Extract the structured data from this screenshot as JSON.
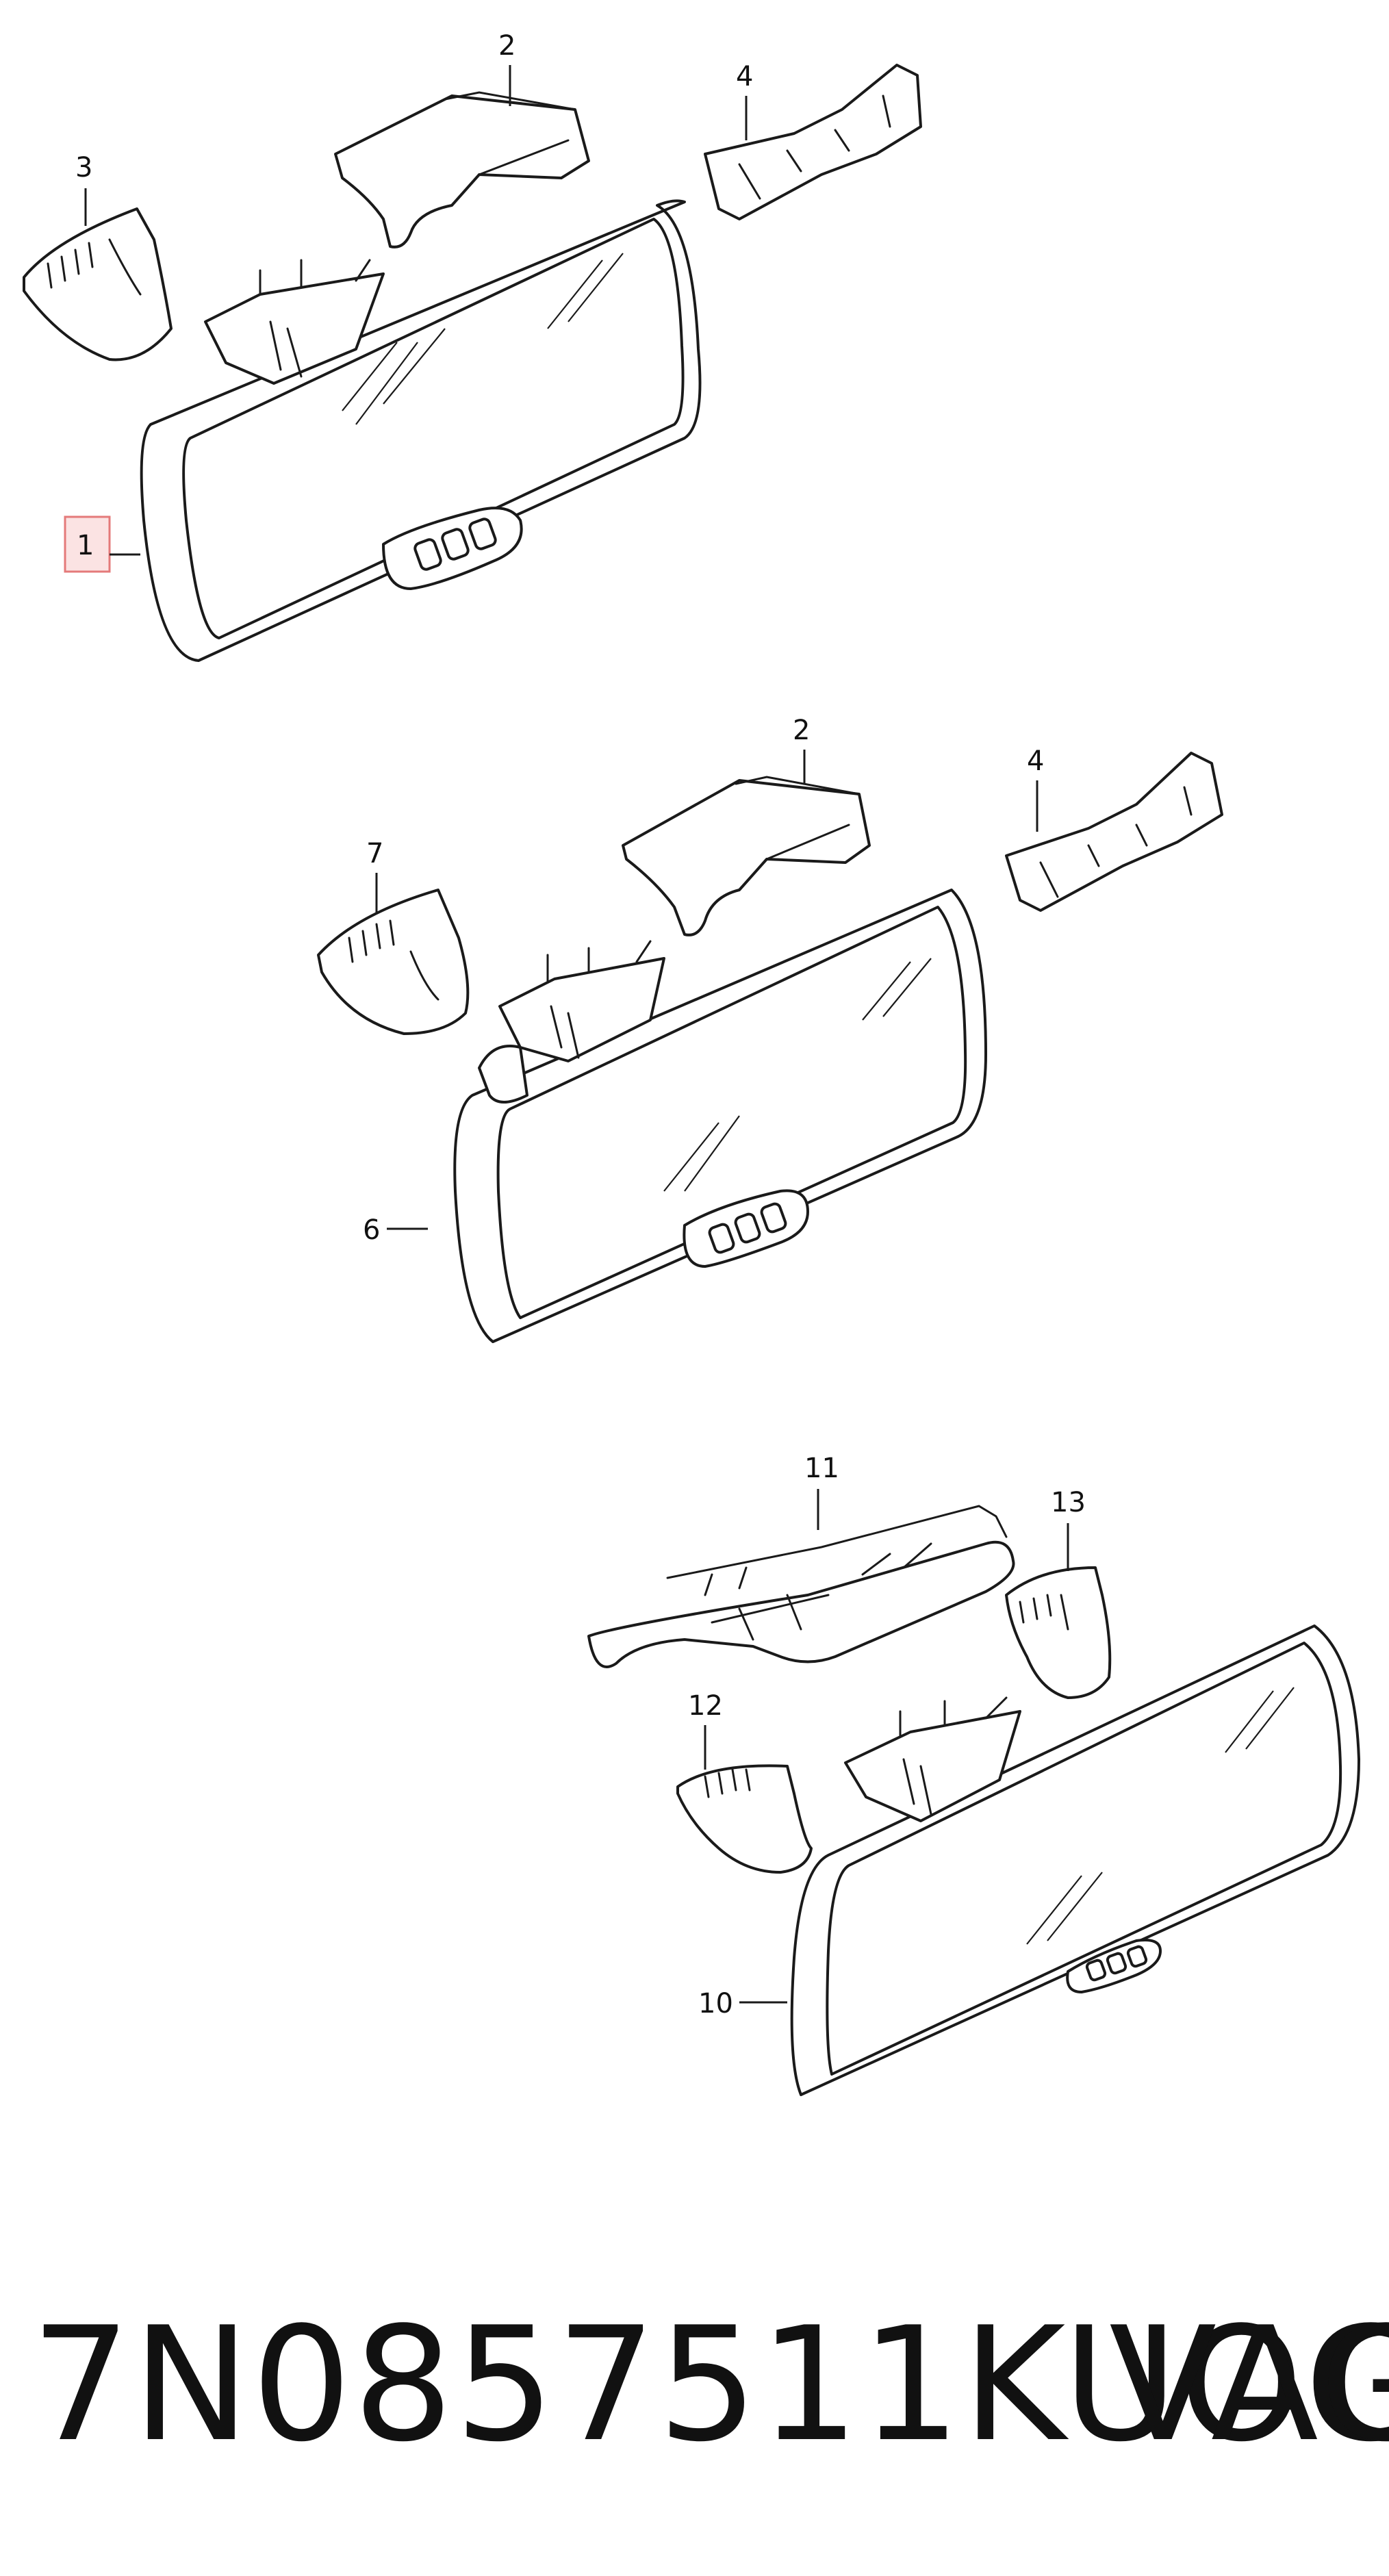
{
  "diagram": {
    "callouts": [
      "1",
      "2",
      "3",
      "4",
      "2",
      "4",
      "7",
      "6",
      "11",
      "13",
      "12",
      "10"
    ],
    "highlighted_callout": "1",
    "highlight_color": "#fbe3e3"
  },
  "footer": {
    "part_number": "7N0857511KUOG",
    "brand": "VAG"
  }
}
